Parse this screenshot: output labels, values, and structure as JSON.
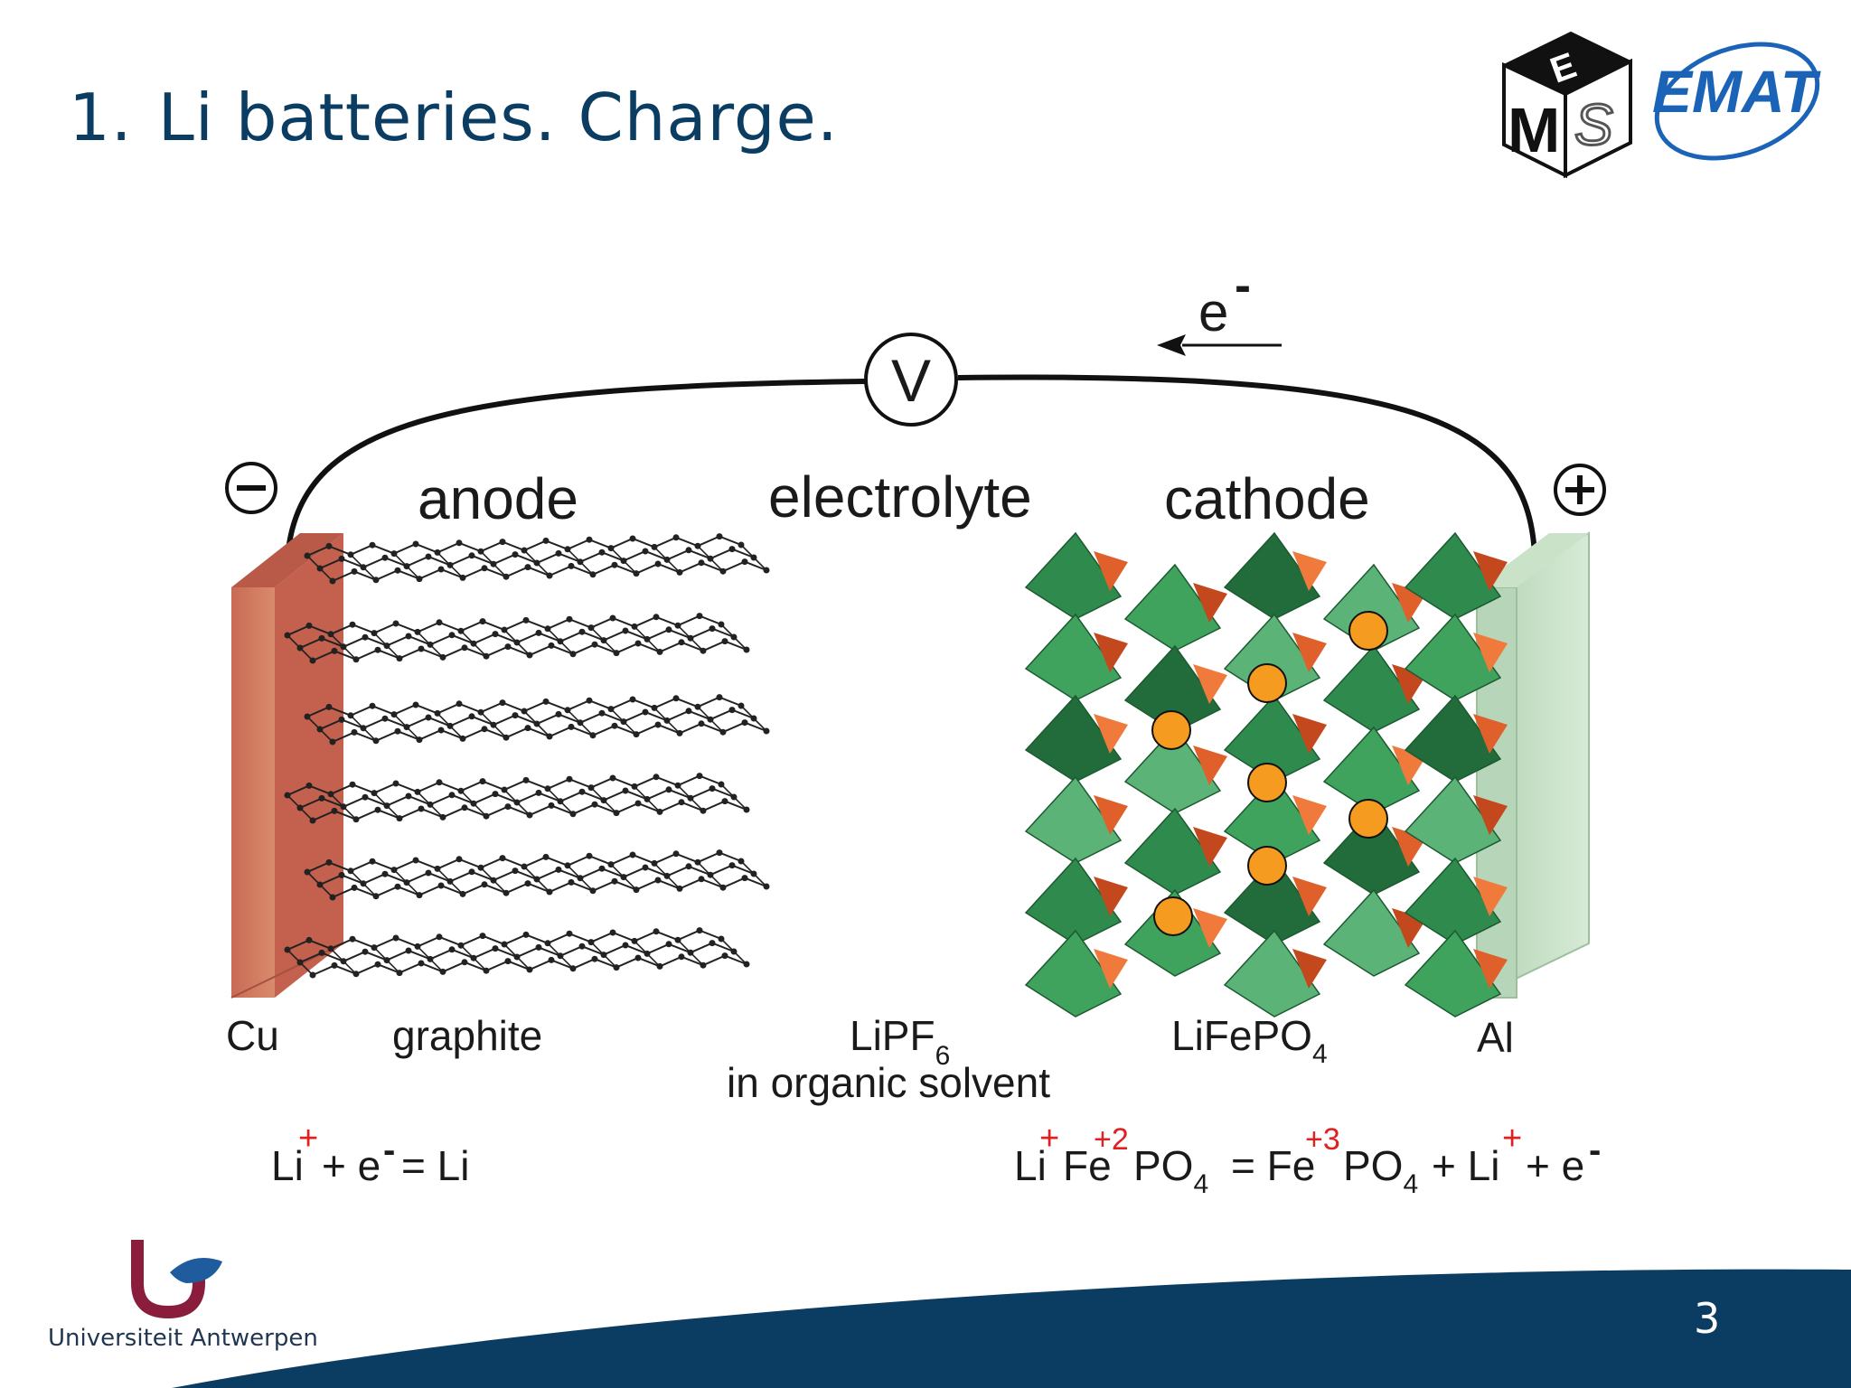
{
  "slide": {
    "number_prefix": "1.",
    "title": "Li batteries. Charge.",
    "page_number": "3"
  },
  "logos": {
    "mems": {
      "letters": [
        "M",
        "E",
        "S"
      ]
    },
    "emat": {
      "text": "EMAT"
    },
    "university": {
      "name": "Universiteit Antwerpen"
    }
  },
  "colors": {
    "title": "#0b3d63",
    "footer_wave": "#0b3d63",
    "copper": "#c96a55",
    "aluminium": "#bfdcc0",
    "tetra_green": "#2f8a4d",
    "tetra_orange": "#e0602c",
    "li_ion": "#f59b1f",
    "charge_red": "#e02020"
  },
  "diagram": {
    "voltmeter": "V",
    "electron_flow": {
      "symbol": "e",
      "sup": "-"
    },
    "minus_terminal": "minus",
    "plus_terminal": "plus",
    "regions": {
      "anode": "anode",
      "electrolyte": "electrolyte",
      "cathode": "cathode"
    },
    "materials": {
      "cu": "Cu",
      "graphite": "graphite",
      "lipf6": {
        "base": "LiPF",
        "sub": "6",
        "line2": "in organic solvent"
      },
      "lifepo4": {
        "base": "LiFePO",
        "sub": "4"
      },
      "al": "Al"
    },
    "anode_reaction": {
      "li1": "Li",
      "li1_charge": "+",
      "plus": "+ e",
      "e_sup": "-",
      "equals": "= Li"
    },
    "cathode_reaction": {
      "li": "Li",
      "li_charge": "+",
      "fe1": "Fe",
      "fe1_charge": "+2",
      "po1": "PO",
      "po1_sub": "4",
      "equals": "= Fe",
      "fe2_charge": "+3",
      "po2": "PO",
      "po2_sub": "4",
      "tail": "+ Li",
      "li2_charge": "+",
      "e": "+ e",
      "e_sup": "-"
    }
  }
}
